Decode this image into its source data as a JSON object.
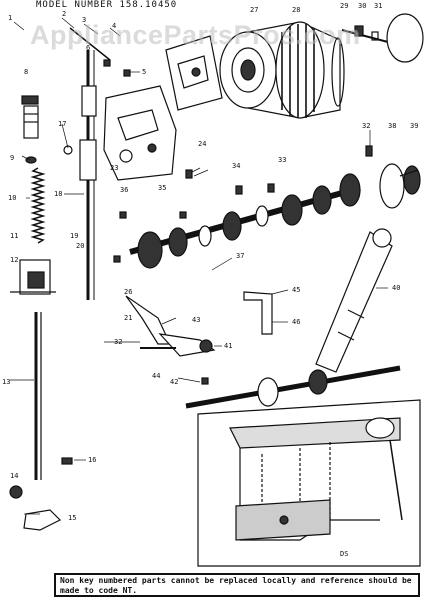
{
  "header": {
    "model_label": "MODEL NUMBER 158.10450"
  },
  "watermark": "AppliancePartsPros.com",
  "callouts": [
    "1",
    "2",
    "3",
    "4",
    "5",
    "6",
    "8",
    "9",
    "10",
    "11",
    "12",
    "13",
    "14",
    "15",
    "16",
    "17",
    "18",
    "19",
    "20",
    "21",
    "23",
    "24",
    "26",
    "27",
    "28",
    "29",
    "30",
    "31",
    "32",
    "32",
    "33",
    "34",
    "35",
    "36",
    "37",
    "38",
    "39",
    "40",
    "41",
    "42",
    "43",
    "44",
    "45",
    "46"
  ],
  "inset_label": "DS",
  "footer_note": "Non key numbered parts cannot be replaced locally and reference should be made to code NT."
}
